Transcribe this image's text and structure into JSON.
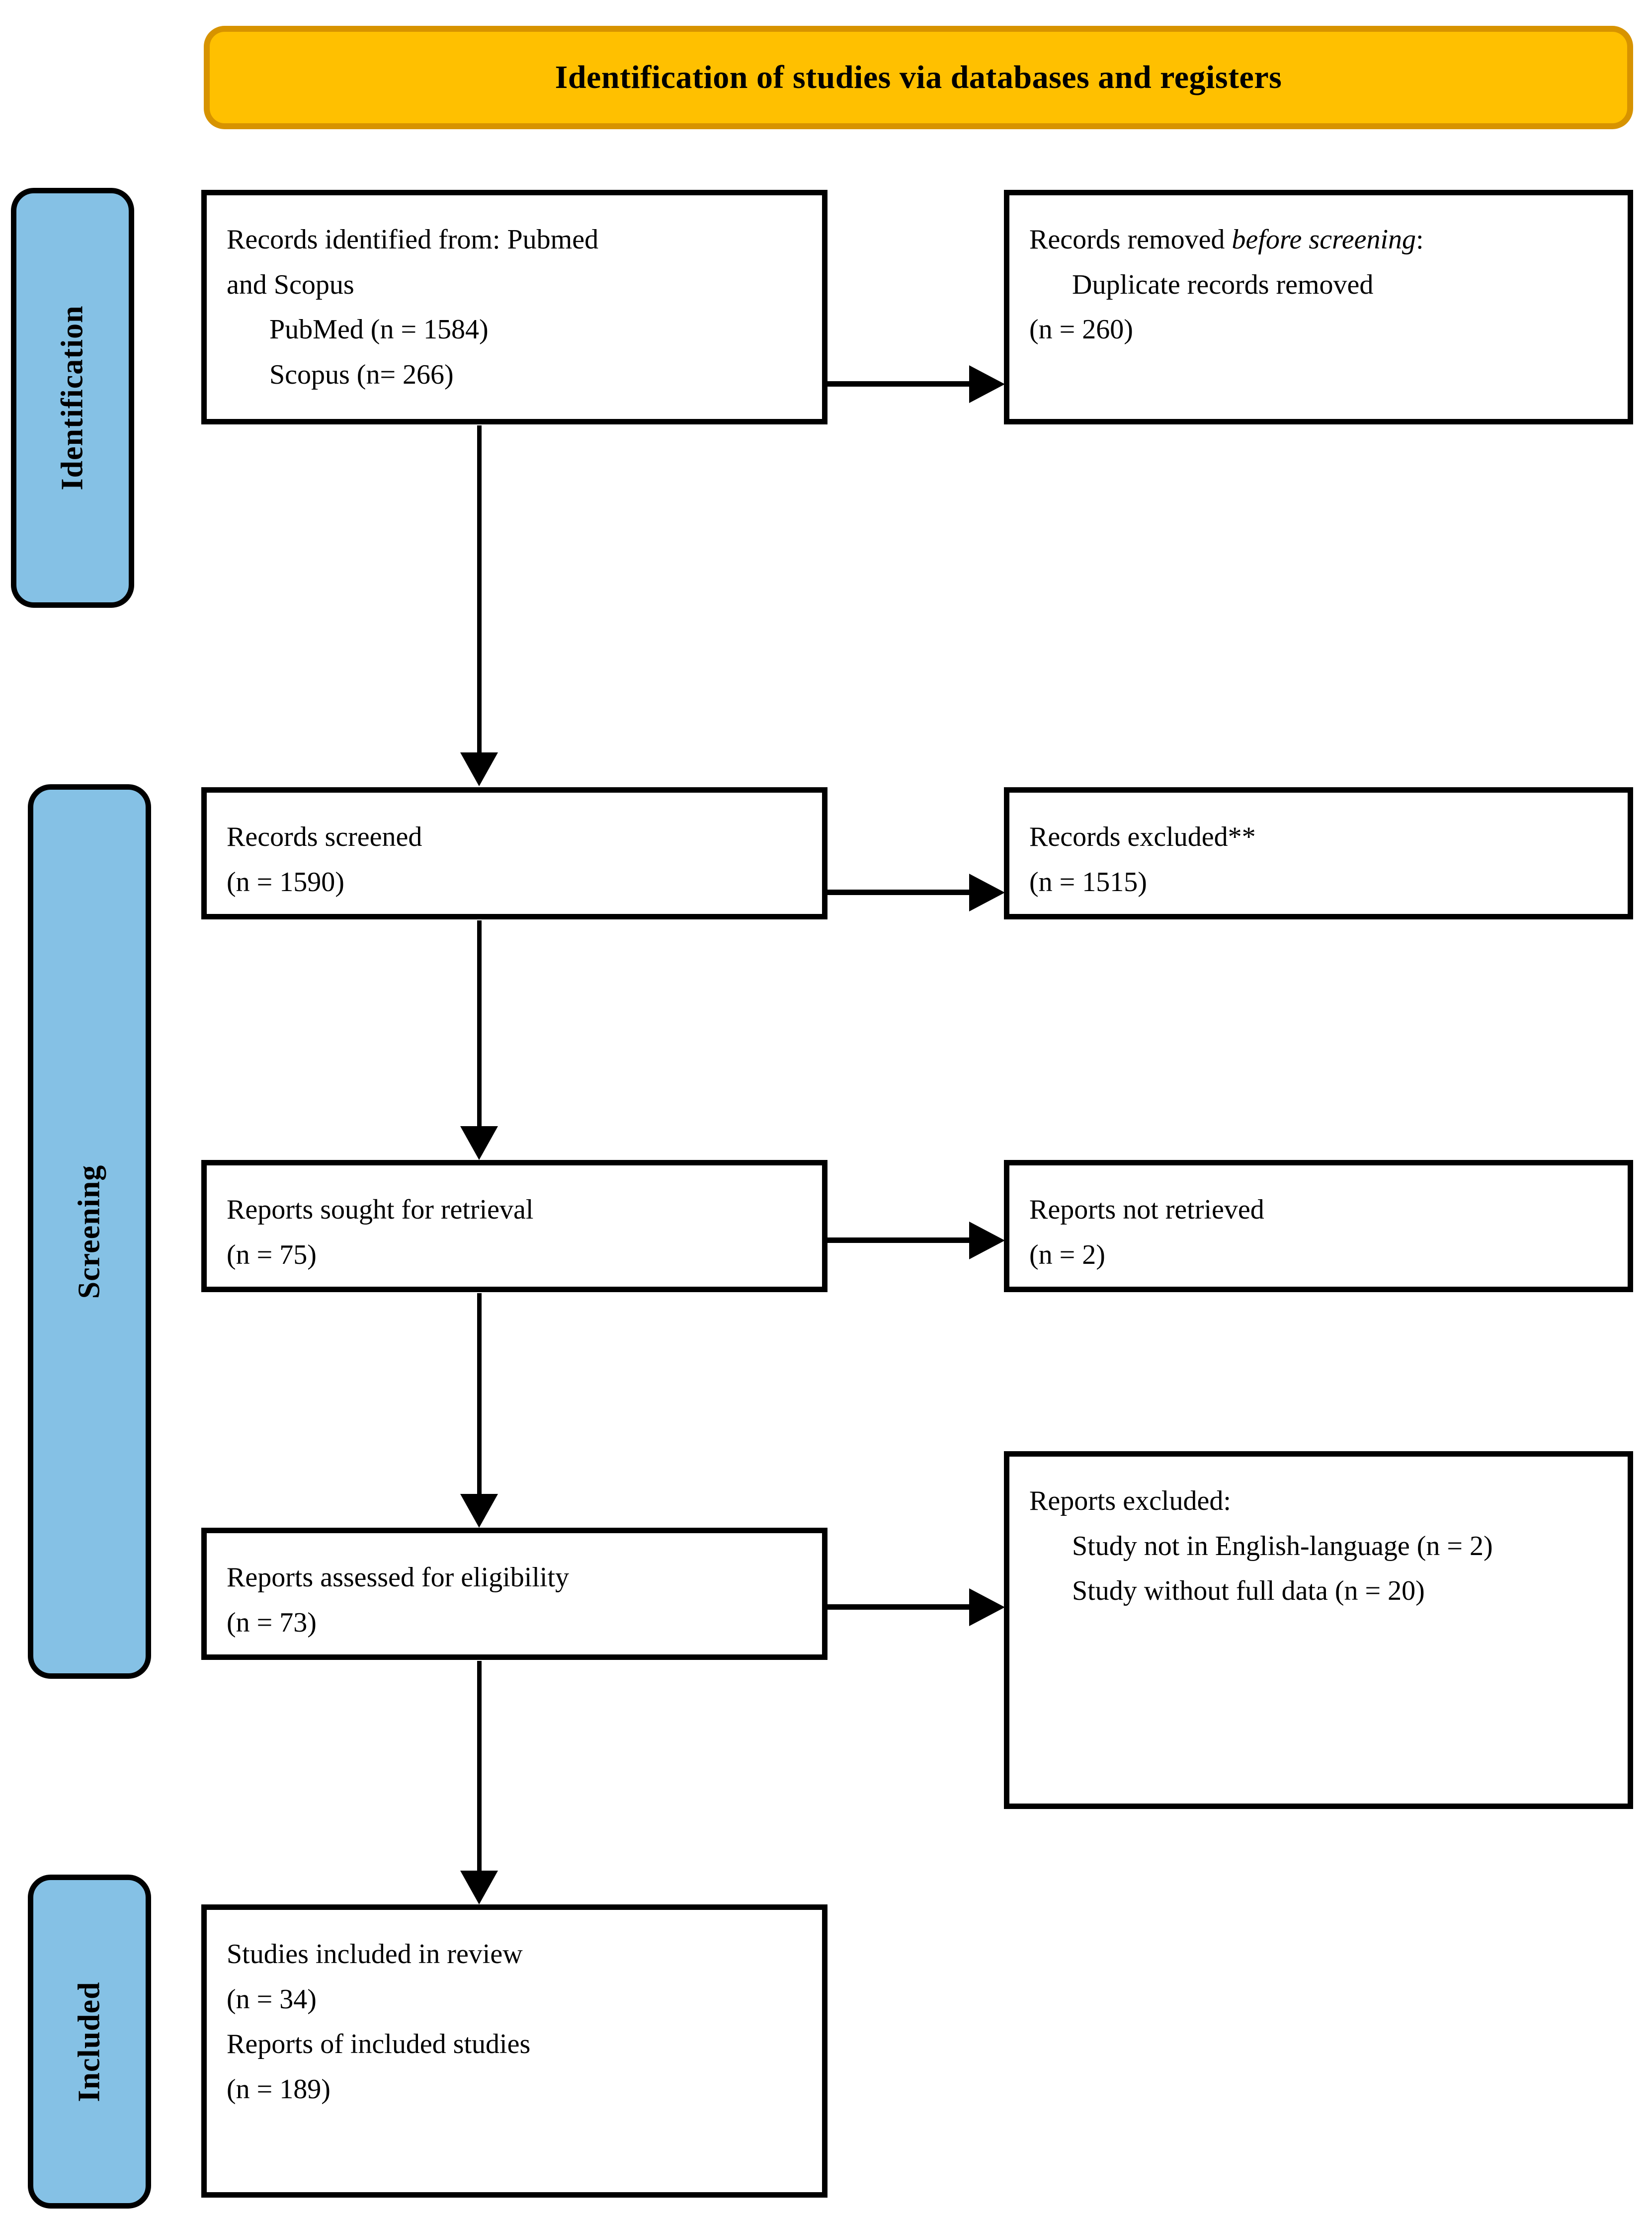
{
  "header": {
    "title": "Identification of studies via databases and registers",
    "bg_color": "#FFC000",
    "border_color": "#D79300"
  },
  "stage_labels": {
    "bg_color": "#85C1E5",
    "identification": "Identification",
    "screening": "Screening",
    "included": "Included"
  },
  "boxes": {
    "identified": {
      "line1": "Records identified from: Pubmed",
      "line2": "and Scopus",
      "line3": "PubMed (n = 1584)",
      "line4": "Scopus (n= 266)"
    },
    "removed_before_screening": {
      "line1_prefix": "Records removed ",
      "line1_italic": "before screening",
      "line1_suffix": ":",
      "line2": "Duplicate records removed",
      "line3": "(n = 260)"
    },
    "records_screened": {
      "line1": "Records screened",
      "line2": "(n = 1590)"
    },
    "records_excluded": {
      "line1": "Records excluded**",
      "line2": "(n = 1515)"
    },
    "reports_sought": {
      "line1": "Reports sought for retrieval",
      "line2": "(n = 75)"
    },
    "reports_not_retrieved": {
      "line1": "Reports not retrieved",
      "line2": "(n = 2)"
    },
    "reports_assessed": {
      "line1": "Reports assessed for eligibility",
      "line2": "(n = 73)"
    },
    "reports_excluded": {
      "line1": "Reports excluded:",
      "line2": "Study not in English-language (n = 2)",
      "line3": "Study without full data (n = 20)"
    },
    "studies_included": {
      "line1": "Studies included in review",
      "line2": "(n = 34)",
      "line3": "Reports of included studies",
      "line4": "(n = 189)"
    }
  },
  "chart_data": {
    "type": "diagram",
    "title": "Identification of studies via databases and registers",
    "stages": [
      "Identification",
      "Screening",
      "Included"
    ],
    "nodes": [
      {
        "id": "identified",
        "stage": "Identification",
        "label": "Records identified from: Pubmed and Scopus",
        "counts": {
          "PubMed": 1584,
          "Scopus": 266
        }
      },
      {
        "id": "removed_before_screening",
        "stage": "Identification",
        "label": "Records removed before screening: Duplicate records removed",
        "n": 260
      },
      {
        "id": "records_screened",
        "stage": "Screening",
        "label": "Records screened",
        "n": 1590
      },
      {
        "id": "records_excluded",
        "stage": "Screening",
        "label": "Records excluded**",
        "n": 1515
      },
      {
        "id": "reports_sought",
        "stage": "Screening",
        "label": "Reports sought for retrieval",
        "n": 75
      },
      {
        "id": "reports_not_retrieved",
        "stage": "Screening",
        "label": "Reports not retrieved",
        "n": 2
      },
      {
        "id": "reports_assessed",
        "stage": "Screening",
        "label": "Reports assessed for eligibility",
        "n": 73
      },
      {
        "id": "reports_excluded",
        "stage": "Screening",
        "label": "Reports excluded",
        "reasons": [
          {
            "reason": "Study not in English-language",
            "n": 2
          },
          {
            "reason": "Study without full data",
            "n": 20
          }
        ]
      },
      {
        "id": "studies_included",
        "stage": "Included",
        "label": "Studies included in review",
        "n": 34,
        "reports_of_included_studies": 189
      }
    ],
    "edges": [
      {
        "from": "identified",
        "to": "removed_before_screening",
        "direction": "right"
      },
      {
        "from": "identified",
        "to": "records_screened",
        "direction": "down"
      },
      {
        "from": "records_screened",
        "to": "records_excluded",
        "direction": "right"
      },
      {
        "from": "records_screened",
        "to": "reports_sought",
        "direction": "down"
      },
      {
        "from": "reports_sought",
        "to": "reports_not_retrieved",
        "direction": "right"
      },
      {
        "from": "reports_sought",
        "to": "reports_assessed",
        "direction": "down"
      },
      {
        "from": "reports_assessed",
        "to": "reports_excluded",
        "direction": "right"
      },
      {
        "from": "reports_assessed",
        "to": "studies_included",
        "direction": "down"
      }
    ]
  }
}
